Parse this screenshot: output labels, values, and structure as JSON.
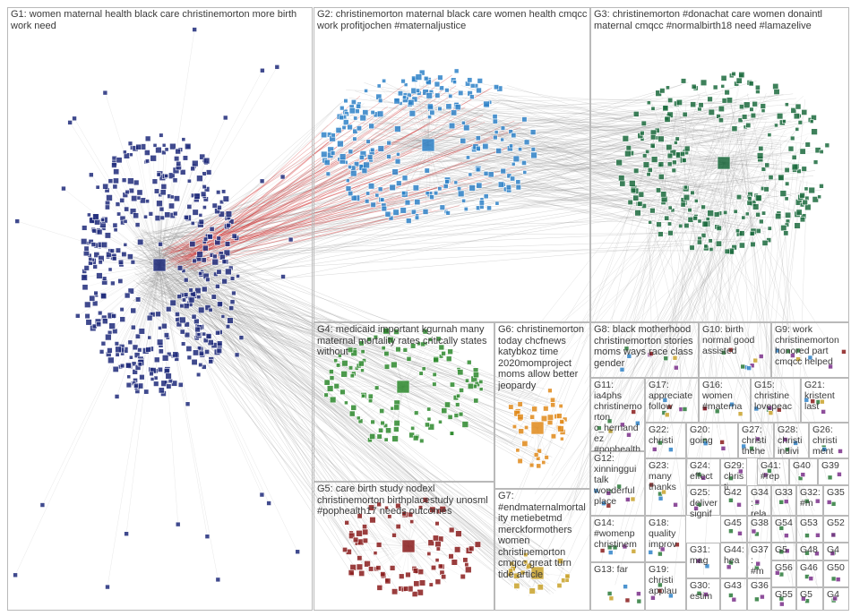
{
  "groups": [
    {
      "id": "G1",
      "label": "G1: women maternal health black care christinemorton more birth work need",
      "color": "#1f2a7a"
    },
    {
      "id": "G2",
      "label": "G2: christinemorton maternal black care women health cmqcc work profitjochen #maternaljustice",
      "color": "#2f82c8"
    },
    {
      "id": "G3",
      "label": "G3: christinemorton #donachat care women donaintl maternal cmqcc #normalbirth18 need #lamazelive",
      "color": "#1c6b3e"
    },
    {
      "id": "G4",
      "label": "G4: medicaid important kgurnah many maternal mortality rates critically states without",
      "color": "#2e8a2e"
    },
    {
      "id": "G5",
      "label": "G5: care birth study nodexl christinemorton birthplacestudy unosml #pophealth17 needs outcomes",
      "color": "#8a1c1c"
    },
    {
      "id": "G6",
      "label": "G6: christinemorton today chcfnews katybkoz time 2020momproject moms allow better jeopardy",
      "color": "#e08a1a"
    },
    {
      "id": "G7",
      "label": "G7: #endmaternalmortality metiebetmd merckformothers women christinemorton cmqcc great turn tide article",
      "color": "#c9a22a"
    },
    {
      "id": "G8",
      "label": "G8: black motherhood christinemorton stories moms ways race class gender",
      "color": "#9c9c3a"
    },
    {
      "id": "G9",
      "label": "G9: work christinemorton honored part cmqcc helped",
      "color": "#7a2f8a"
    },
    {
      "id": "G10",
      "label": "G10: birth normal good assisted",
      "color": "#7a2f8a"
    },
    {
      "id": "G11",
      "label": "G11: ia4phs christinemorton c_hernandez #pophealth",
      "color": "#3a3a8a"
    },
    {
      "id": "G12",
      "label": "G12: xinninggui talk wonderful place",
      "color": "#555"
    },
    {
      "id": "G13",
      "label": "G13: far",
      "color": "#555"
    },
    {
      "id": "G14",
      "label": "G14: #womenp christinem",
      "color": "#555"
    },
    {
      "id": "G15",
      "label": "G15: christine lovepeac",
      "color": "#555"
    },
    {
      "id": "G16",
      "label": "G16: women #materna",
      "color": "#555"
    },
    {
      "id": "G17",
      "label": "G17: appreciate follow",
      "color": "#555"
    },
    {
      "id": "G18",
      "label": "G18: quality improv",
      "color": "#555"
    },
    {
      "id": "G19",
      "label": "G19: christi applau",
      "color": "#555"
    },
    {
      "id": "G20",
      "label": "G20: going",
      "color": "#555"
    },
    {
      "id": "G21",
      "label": "G21: kristent last",
      "color": "#555"
    },
    {
      "id": "G22",
      "label": "G22: christi",
      "color": "#555"
    },
    {
      "id": "G23",
      "label": "G23: many thanks",
      "color": "#555"
    },
    {
      "id": "G24",
      "label": "G24: effect",
      "color": "#555"
    },
    {
      "id": "G25",
      "label": "G25: deliver signif",
      "color": "#555"
    },
    {
      "id": "G26",
      "label": "G26: christi ment",
      "color": "#555"
    },
    {
      "id": "G27",
      "label": "G27: christi thehe",
      "color": "#555"
    },
    {
      "id": "G28",
      "label": "G28: christi indivi",
      "color": "#555"
    },
    {
      "id": "G29",
      "label": "G29: christi",
      "color": "#555"
    },
    {
      "id": "G30",
      "label": "G30: estim",
      "color": "#555"
    },
    {
      "id": "G31",
      "label": "G31: mag",
      "color": "#555"
    },
    {
      "id": "G32",
      "label": "G32: #m",
      "color": "#555"
    },
    {
      "id": "G33",
      "label": "G33",
      "color": "#555"
    },
    {
      "id": "G34",
      "label": "G34: rela",
      "color": "#555"
    },
    {
      "id": "G35",
      "label": "G35",
      "color": "#555"
    },
    {
      "id": "G36",
      "label": "G36",
      "color": "#555"
    },
    {
      "id": "G37",
      "label": "G37: #m",
      "color": "#555"
    },
    {
      "id": "G38",
      "label": "G38",
      "color": "#555"
    },
    {
      "id": "G39",
      "label": "G39",
      "color": "#555"
    },
    {
      "id": "G40",
      "label": "G40",
      "color": "#555"
    },
    {
      "id": "G41",
      "label": "G41: #rep",
      "color": "#555"
    },
    {
      "id": "G42",
      "label": "G42",
      "color": "#555"
    },
    {
      "id": "G43",
      "label": "G43",
      "color": "#555"
    },
    {
      "id": "G44",
      "label": "G44: hea",
      "color": "#555"
    },
    {
      "id": "G45",
      "label": "G45",
      "color": "#555"
    },
    {
      "id": "G46",
      "label": "G46",
      "color": "#555"
    },
    {
      "id": "G47",
      "label": "G4",
      "color": "#555"
    },
    {
      "id": "G48",
      "label": "G48",
      "color": "#555"
    },
    {
      "id": "G50",
      "label": "G50",
      "color": "#555"
    },
    {
      "id": "G52",
      "label": "G52",
      "color": "#555"
    },
    {
      "id": "G53",
      "label": "G53",
      "color": "#555"
    },
    {
      "id": "G54",
      "label": "G54",
      "color": "#555"
    },
    {
      "id": "G55",
      "label": "G55",
      "color": "#555"
    },
    {
      "id": "G56",
      "label": "G56",
      "color": "#555"
    },
    {
      "id": "G57",
      "label": "G5",
      "color": "#555"
    },
    {
      "id": "G58",
      "label": "G4",
      "color": "#555"
    },
    {
      "id": "G59",
      "label": "G5",
      "color": "#555"
    }
  ],
  "colors": {
    "edge": "#8c8c8c",
    "edge_highlight": "#d12a2a",
    "box_border": "#b9b9b9",
    "label_text": "#3a3a3a"
  }
}
